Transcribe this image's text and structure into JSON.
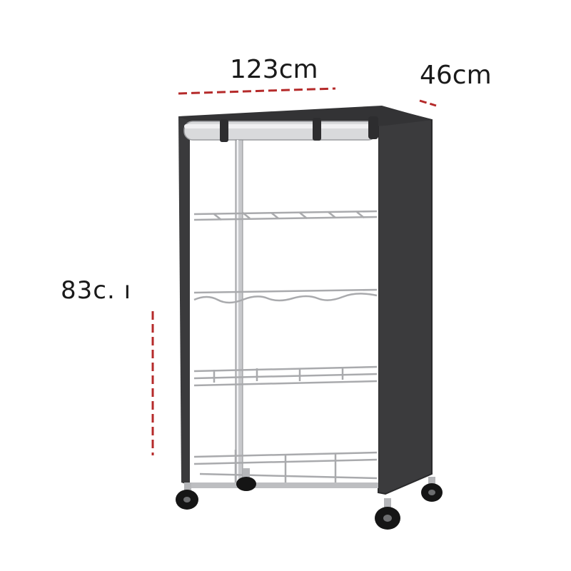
{
  "dimensions": {
    "width_label": "123cm",
    "depth_label": "46cm",
    "height_label": "83c. ı"
  },
  "colors": {
    "dimension_line": "#b52a2a",
    "cover_fabric": "#3b3b3d",
    "cover_edge": "#2a2a2c",
    "rod": "#d9dadc",
    "chrome": "#c8c9cc",
    "wheel": "#151515"
  },
  "product": {
    "description_icon": "rolling-wire-shelf-with-cover-icon",
    "shelf_count": 4,
    "wheel_count": 4
  }
}
